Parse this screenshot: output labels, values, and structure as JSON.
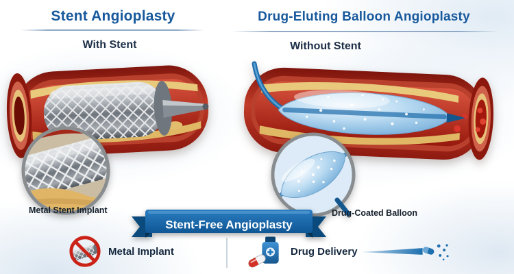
{
  "header": {
    "left_title": "Stent Angioplasty",
    "right_title": "Drug-Eluting Balloon Angioplasty"
  },
  "panels": {
    "left": {
      "subtitle": "With Stent",
      "inset_label": "Metal Stent Implant",
      "illustration": "artery-with-metal-stent"
    },
    "right": {
      "subtitle": "Without Stent",
      "inset_label": "Drug-Coated Balloon",
      "illustration": "artery-with-drug-eluting-balloon"
    }
  },
  "banner": {
    "label": "Stent-Free Angioplasty"
  },
  "footer": {
    "left": {
      "label": "Metal Implant",
      "icon": "no-metal-stent-icon"
    },
    "right": {
      "label": "Drug Delivery",
      "icon": "drug-bottle-capsule-icon"
    }
  },
  "colors": {
    "title_blue": "#17599c",
    "subtitle_navy": "#1d2f47",
    "banner_blue": "#0f5796",
    "banner_dark_blue": "#0a4a7c",
    "artery_red": "#a6261a",
    "plaque_yellow": "#e5c277",
    "balloon_blue": "#9cc6e6",
    "metal_gray": "#9aa0a6",
    "prohibition_red": "#cb2218",
    "drug_blue": "#1d6fae"
  }
}
